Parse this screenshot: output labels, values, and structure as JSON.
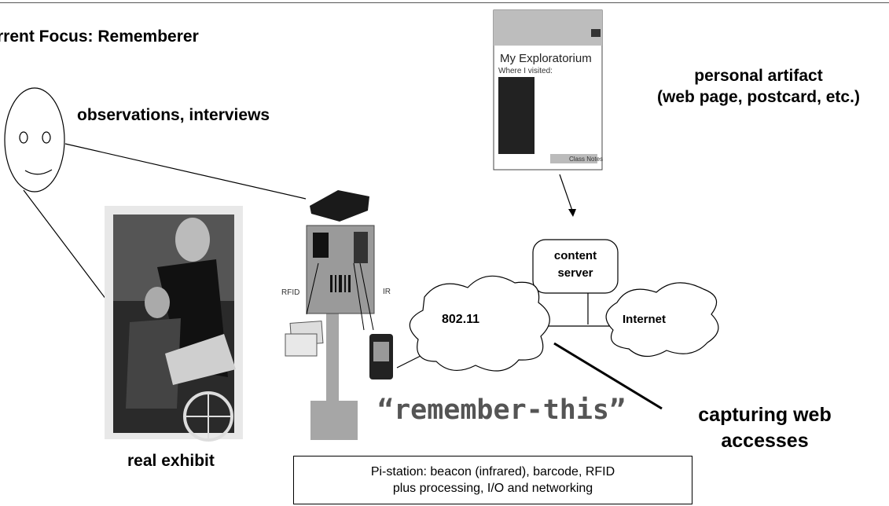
{
  "title": "rrent Focus: Rememberer",
  "labels": {
    "observations": "observations, interviews",
    "personal_artifact_line1": "personal artifact",
    "personal_artifact_line2": "(web page, postcard, etc.)",
    "content_server_line1": "content",
    "content_server_line2": "server",
    "cloud_wifi": "802.11",
    "cloud_internet": "Internet",
    "rfid": "RFID",
    "ir": "IR",
    "remember_this": "“remember-this”",
    "capturing_line1": "capturing web",
    "capturing_line2": "accesses",
    "real_exhibit": "real exhibit",
    "webpage_title": "My Exploratorium",
    "webpage_subtitle": "Where I visited:",
    "webpage_link": "Class Notes"
  },
  "caption": {
    "line1": "Pi-station: beacon (infrared), barcode, RFID",
    "line2": "plus processing, I/O and networking"
  },
  "colors": {
    "pole": "#a6a6a6",
    "station_box": "#9a9a9a",
    "photo_dark": "#2a2a2a"
  }
}
